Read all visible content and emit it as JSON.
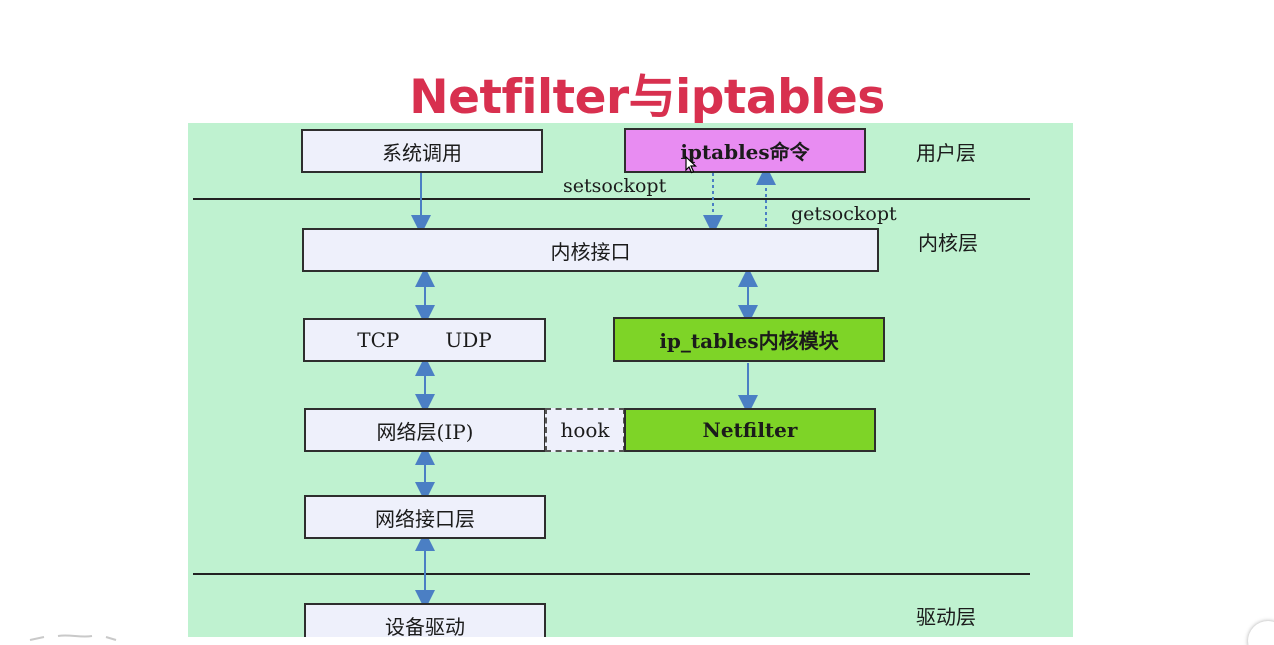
{
  "slide": {
    "title": "Netfilter与iptables"
  },
  "diagram": {
    "layers": {
      "user": "用户层",
      "kernel": "内核层",
      "driver": "驱动层"
    },
    "boxes": {
      "syscall": "系统调用",
      "iptables_cmd": "iptables命令",
      "kernel_interface": "内核接口",
      "tcp": "TCP",
      "udp": "UDP",
      "ip_tables_module": "ip_tables内核模块",
      "network_layer": "网络层(IP)",
      "hook": "hook",
      "netfilter": "Netfilter",
      "link_layer": "网络接口层",
      "device_driver": "设备驱动"
    },
    "calls": {
      "setsockopt": "setsockopt",
      "getsockopt": "getsockopt"
    }
  },
  "colors": {
    "title": "#d8304f",
    "diagram_background": "#bff2d0",
    "box_fill": "#eef0fb",
    "iptables_fill": "#e88cf2",
    "kernel_module_fill": "#7ed427",
    "arrow": "#4b7fc4"
  },
  "icons": [
    "mouse-cursor-icon",
    "arrow-icon",
    "dotted-arrow-icon"
  ]
}
